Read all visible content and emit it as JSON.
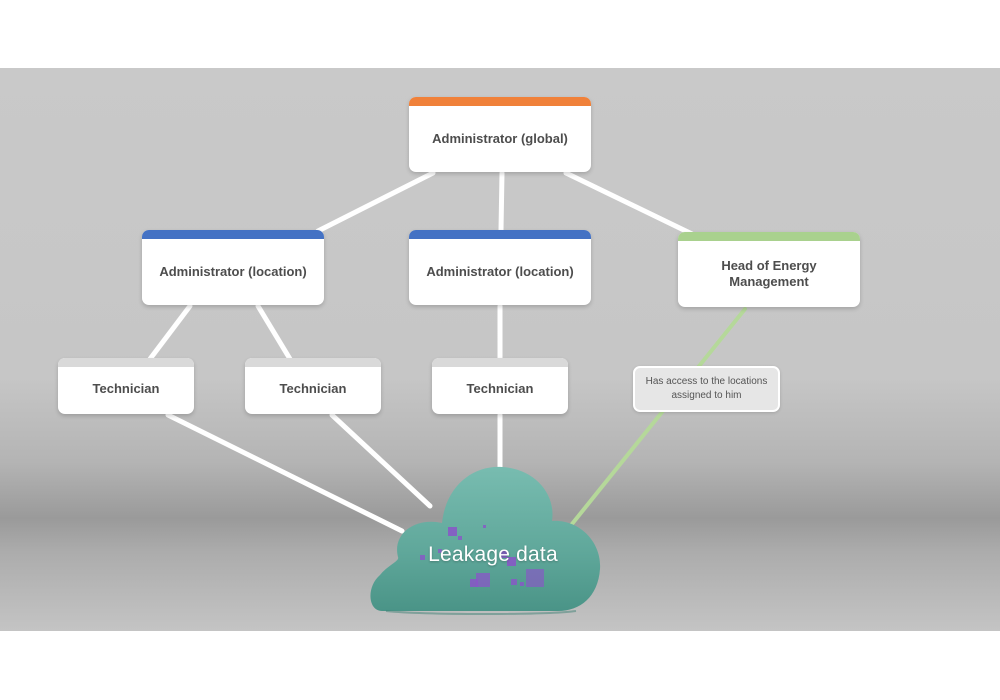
{
  "diagram": {
    "nodes": {
      "admin_global": {
        "label": "Administrator (global)",
        "accent": "#f0813a"
      },
      "admin_location_1": {
        "label": "Administrator (location)",
        "accent": "#4472c4"
      },
      "admin_location_2": {
        "label": "Administrator (location)",
        "accent": "#4472c4"
      },
      "head_energy": {
        "label": "Head of Energy Management",
        "accent": "#a9d18e"
      },
      "technician_1": {
        "label": "Technician",
        "accent": "#d9d9d9"
      },
      "technician_2": {
        "label": "Technician",
        "accent": "#d9d9d9"
      },
      "technician_3": {
        "label": "Technician",
        "accent": "#d9d9d9"
      }
    },
    "note": {
      "text": "Has access to the locations assigned to him"
    },
    "cloud": {
      "label": "Leakage data",
      "color": "#5fa79a",
      "pixel_color": "#8a55c8"
    },
    "connector_color": "#ffffff",
    "highlight_connector_color": "#b5d89a"
  }
}
